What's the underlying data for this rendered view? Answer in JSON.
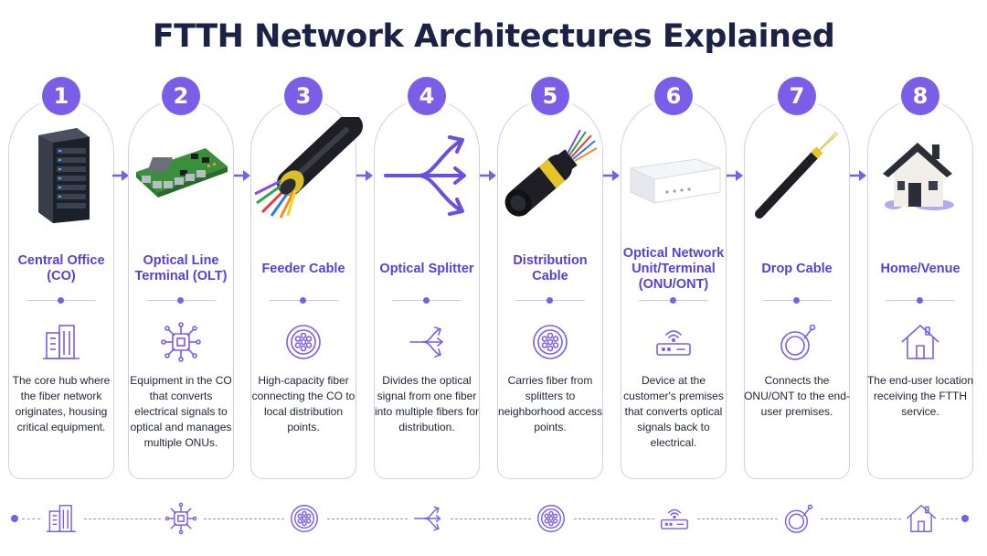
{
  "title": "FTTH Network Architectures Explained",
  "accent_color": "#7a5ee8",
  "steps": [
    {
      "number": "1",
      "label": "Central Office (CO)",
      "description": "The core hub where the fiber network originates, housing critical equipment.",
      "photo": "server-rack",
      "icon": "building-icon"
    },
    {
      "number": "2",
      "label": "Optical Line Terminal (OLT)",
      "description": "Equipment in the CO that converts electrical signals to optical and manages multiple ONUs.",
      "photo": "circuit-board",
      "icon": "chip-icon"
    },
    {
      "number": "3",
      "label": "Feeder Cable",
      "description": "High-capacity fiber connecting the CO to local distribution points.",
      "photo": "fiber-cable",
      "icon": "cable-cross-section-icon"
    },
    {
      "number": "4",
      "label": "Optical Splitter",
      "description": "Divides the optical signal from one fiber into multiple fibers for distribution.",
      "photo": "splitter-arrows",
      "icon": "splitter-icon"
    },
    {
      "number": "5",
      "label": "Distribution Cable",
      "description": "Carries fiber from splitters to neighborhood access points.",
      "photo": "distribution-cable",
      "icon": "cable-cross-section-icon"
    },
    {
      "number": "6",
      "label": "Optical Network Unit/Terminal (ONU/ONT)",
      "description": "Device at the customer's premises that converts optical signals back to electrical.",
      "photo": "router-box",
      "icon": "router-icon"
    },
    {
      "number": "7",
      "label": "Drop Cable",
      "description": "Connects the ONU/ONT to the end-user premises.",
      "photo": "drop-cable",
      "icon": "coiled-cable-icon"
    },
    {
      "number": "8",
      "label": "Home/Venue",
      "description": "The end-user location receiving the FTTH service.",
      "photo": "house",
      "icon": "house-icon"
    }
  ]
}
